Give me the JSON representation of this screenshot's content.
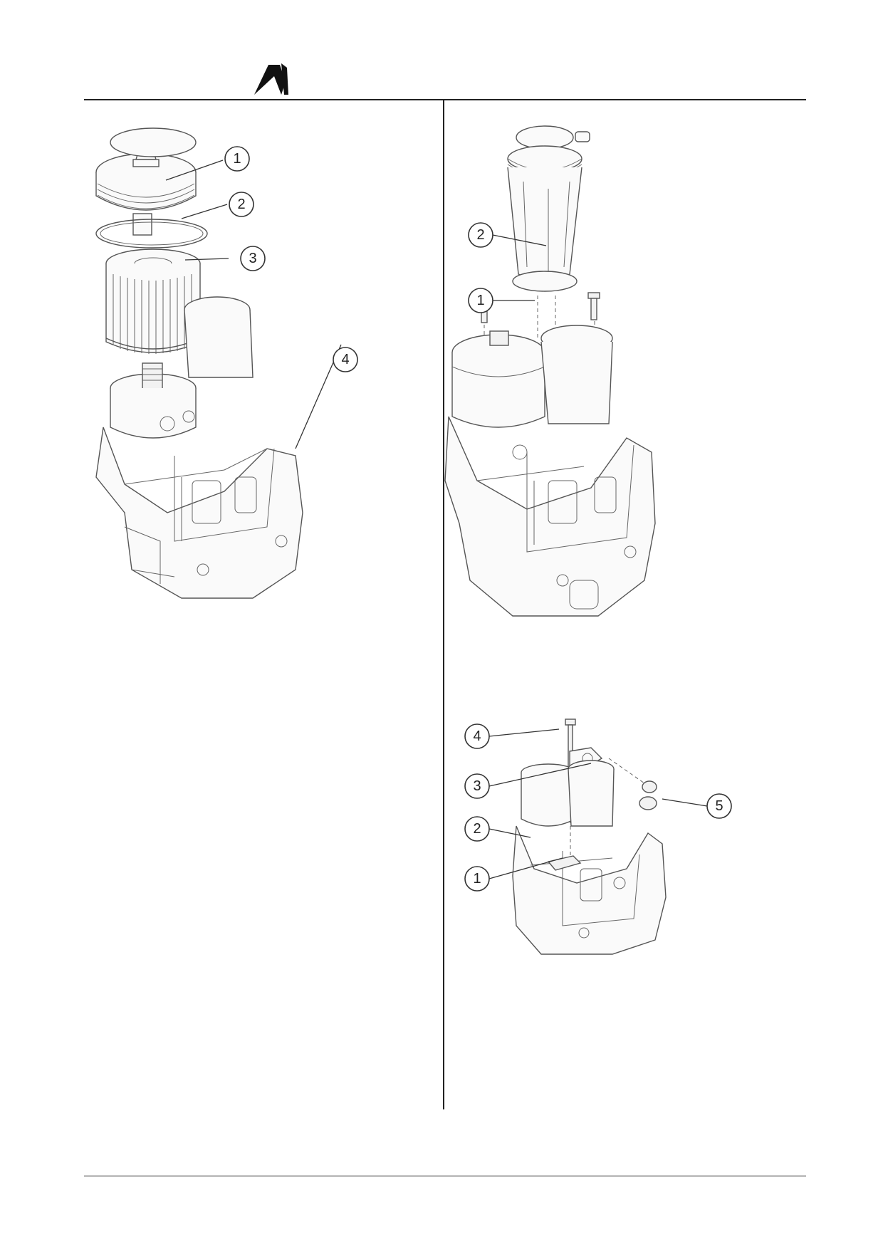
{
  "header": {
    "logo": "company-logo-mark"
  },
  "figures": {
    "fig_a": {
      "callouts": [
        "1",
        "2",
        "3",
        "4"
      ]
    },
    "fig_b": {
      "callouts": [
        "2",
        "1"
      ]
    },
    "fig_c": {
      "callouts": [
        "4",
        "3",
        "2",
        "1",
        "5"
      ]
    }
  }
}
